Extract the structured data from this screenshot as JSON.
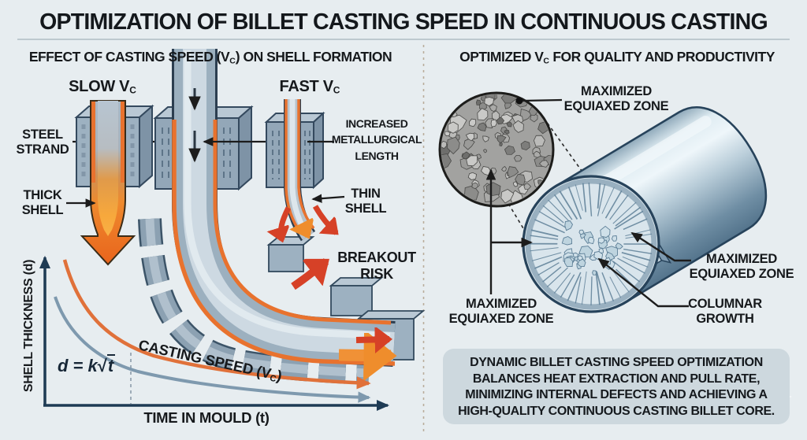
{
  "title": "OPTIMIZATION OF BILLET CASTING SPEED IN CONTINUOUS CASTING",
  "left_panel": {
    "header": {
      "pre": "EFFECT OF CASTING SPEED (V",
      "sub": "C",
      "post": ") ON SHELL FORMATION"
    },
    "slow_label": {
      "pre": "SLOW V",
      "sub": "C"
    },
    "fast_label": {
      "pre": "FAST V",
      "sub": "C"
    },
    "callouts": {
      "steel_strand": [
        "STEEL",
        "STRAND"
      ],
      "thick_shell": [
        "THICK",
        "SHELL"
      ],
      "increased_metallurgical_length": [
        "INCREASED",
        "METALLURGICAL",
        "LENGTH"
      ],
      "thin_shell": [
        "THIN",
        "SHELL"
      ],
      "breakout_risk": [
        "BREAKOUT",
        "RISK"
      ]
    },
    "chart": {
      "curve_label": {
        "pre": "CASTING SPEED (V",
        "sub": "C",
        "post": ")"
      },
      "formula": {
        "lhs": "d = k",
        "radical": "√",
        "radicand": "t"
      }
    }
  },
  "right_panel": {
    "header": {
      "pre": "OPTIMIZED V",
      "sub": "C",
      "post": " FOR QUALITY AND PRODUCTIVITY"
    },
    "callouts": {
      "equiaxed_top": [
        "MAXIMIZED",
        "EQUIAXED ZONE"
      ],
      "equiaxed_left": [
        "MAXIMIZED",
        "EQUIAXED ZONE"
      ],
      "equiaxed_right": [
        "MAXIMIZED",
        "EQUIAXED ZONE"
      ],
      "columnar_growth": [
        "COLUMNAR",
        "GROWTH"
      ]
    },
    "summary_lines": [
      "DYNAMIC BILLET CASTING SPEED OPTIMIZATION",
      "BALANCES HEAT EXTRACTION AND PULL RATE,",
      "MINIMIZING INTERNAL DEFECTS AND ACHIEVING A",
      "HIGH-QUALITY CONTINUOUS CASTING BILLET CORE."
    ]
  },
  "chart_data": {
    "type": "line",
    "title": "",
    "xlabel": "TIME IN MOULD (t)",
    "ylabel": "SHELL THICKNESS (d)",
    "annotation": "d = k√t",
    "curve_label": "CASTING SPEED (Vc)",
    "axes_numeric_ticks": false,
    "grid": false,
    "legend": "none",
    "x_normalized": [
      0.05,
      0.12,
      0.2,
      0.3,
      0.45,
      0.6,
      0.78,
      0.95
    ],
    "series": [
      {
        "name": "CASTING SPEED (Vc) — upper orange curve",
        "color": "#e0713a",
        "y_normalized": [
          0.97,
          0.68,
          0.5,
          0.38,
          0.28,
          0.22,
          0.17,
          0.15
        ]
      },
      {
        "name": "lower blue curve",
        "color": "#7e99ae",
        "y_normalized": [
          0.73,
          0.48,
          0.34,
          0.25,
          0.17,
          0.12,
          0.08,
          0.06
        ]
      }
    ]
  },
  "icons": {
    "sparkle_watermark": "four-point-star",
    "strand_flow": "down-arrows",
    "breakout": "curved-red-arrows",
    "micrograph": "grain-structure-circle"
  },
  "colors": {
    "background": "#e7edf0",
    "ink": "#16191c",
    "steel_blue": "#9cb0bf",
    "steel_dark": "#2c3e50",
    "molten_orange": "#e8722e",
    "alert_red": "#d64127",
    "axis_navy": "#1e3b54",
    "curve_blue": "#7e99ae",
    "summary_box": "#cdd8de",
    "divider_dash": "#b9ac9c"
  }
}
